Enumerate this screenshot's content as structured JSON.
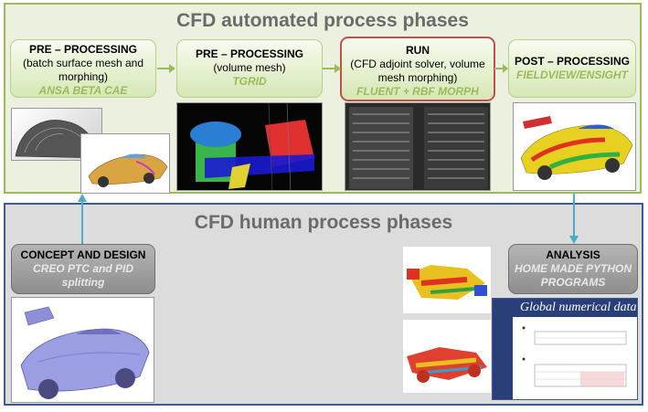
{
  "top_panel": {
    "title": "CFD automated process phases"
  },
  "bottom_panel": {
    "title": "CFD human process phases"
  },
  "phases": [
    {
      "title": "PRE – PROCESSING",
      "desc": "(batch surface mesh and morphing)",
      "tool": "ANSA BETA CAE"
    },
    {
      "title": "PRE – PROCESSING",
      "desc": "(volume mesh)",
      "tool": "TGRID"
    },
    {
      "title": "RUN",
      "desc": "(CFD adjoint solver, volume mesh morphing)",
      "tool": "FLUENT + RBF MORPH"
    },
    {
      "title": "POST – PROCESSING",
      "desc": "",
      "tool": "FIELDVIEW/ENSIGHT"
    }
  ],
  "human_boxes": [
    {
      "title": "CONCEPT AND DESIGN",
      "tool": "CREO PTC and PID splitting"
    },
    {
      "title": "ANALYSIS",
      "tool": "HOME MADE PYTHON PROGRAMS"
    }
  ],
  "report": {
    "title": "Global numerical data"
  },
  "colors": {
    "green_border": "#9bbb59",
    "run_highlight": "#c0504d",
    "blue_border": "#3f5a8c",
    "arrow": "#4bacc6"
  }
}
